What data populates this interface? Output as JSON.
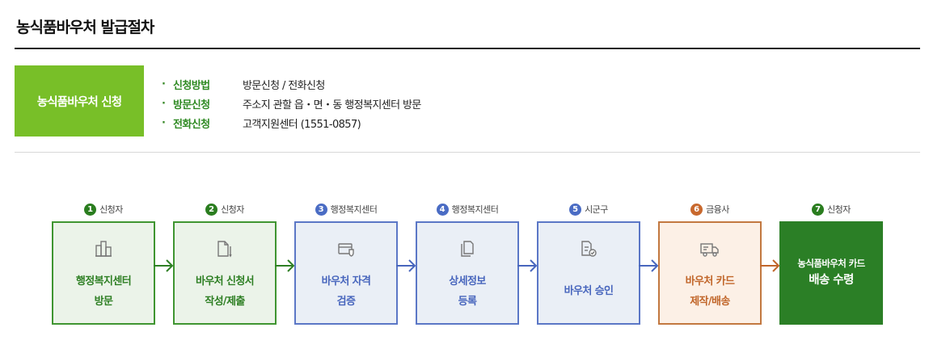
{
  "page_title": "농식품바우처 발급절차",
  "apply": {
    "title": "농식품바우처 신청",
    "items": [
      {
        "label": "신청방법",
        "value": "방문신청 / 전화신청"
      },
      {
        "label": "방문신청",
        "value": "주소지 관할 읍・면・동 행정복지센터 방문"
      },
      {
        "label": "전화신청",
        "value": "고객지원센터 (1551-0857)"
      }
    ]
  },
  "steps": [
    {
      "num": "1",
      "actor": "신청자",
      "line1": "행정복지센터",
      "line2": "방문",
      "icon": "building-icon",
      "color": "green"
    },
    {
      "num": "2",
      "actor": "신청자",
      "line1": "바우처 신청서",
      "line2": "작성/제출",
      "icon": "document-pen-icon",
      "color": "green"
    },
    {
      "num": "3",
      "actor": "행정복지센터",
      "line1": "바우처 자격",
      "line2": "검증",
      "icon": "card-shield-icon",
      "color": "blue"
    },
    {
      "num": "4",
      "actor": "행정복지센터",
      "line1": "상세정보",
      "line2": "등록",
      "icon": "documents-icon",
      "color": "blue"
    },
    {
      "num": "5",
      "actor": "시군구",
      "line1": "바우처 승인",
      "line2": "",
      "icon": "document-check-icon",
      "color": "blue"
    },
    {
      "num": "6",
      "actor": "금융사",
      "line1": "바우처 카드",
      "line2": "제작/배송",
      "icon": "truck-icon",
      "color": "orange"
    },
    {
      "num": "7",
      "actor": "신청자",
      "line1": "농식품바우처 카드",
      "line2": "배송 수령",
      "icon": "",
      "color": "final"
    }
  ],
  "colors": {
    "brand_green": "#78bf28",
    "dark_green": "#2b7f26",
    "blue": "#5b77c6",
    "orange": "#c27840"
  }
}
